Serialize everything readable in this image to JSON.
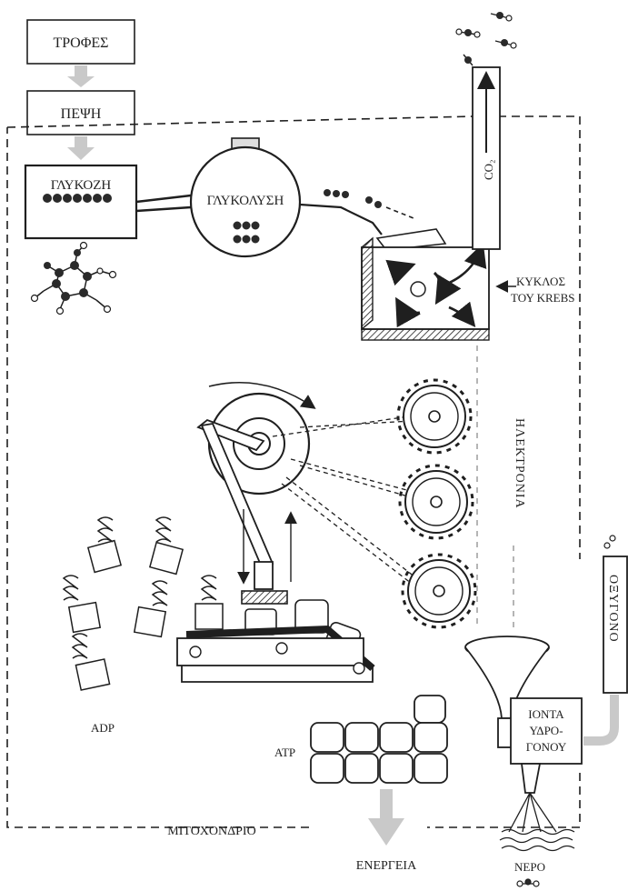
{
  "labels": {
    "food": "ΤΡΟΦΕΣ",
    "digestion": "ΠΕΨΗ",
    "glucose": "ΓΛΥΚΟΖΗ",
    "glycolysis": "ΓΛΥΚΟΛΥΣΗ",
    "co2": "CO₂",
    "krebs_line1": "ΚΥΚΛΟΣ",
    "krebs_line2": "ΤΟΥ KREBS",
    "electrons": "ΗΛΕΚΤΡΟΝΙΑ",
    "adp": "ADP",
    "atp": "ATP",
    "oxygen": "ΟΞΥΓΟΝΟ",
    "hydrogen_ions_line1": "ΙΟΝΤΑ",
    "hydrogen_ions_line2": "ΥΔΡΟ-",
    "hydrogen_ions_line3": "ΓΟΝΟΥ",
    "mitochondrion": "ΜΙΤΟΧΟΝΔΡΙΟ",
    "energy": "ΕΝΕΡΓΕΙΑ",
    "water": "ΝΕΡΟ"
  },
  "colors": {
    "ink": "#1f1f1f",
    "grey_arrow": "#c9c9c9",
    "paper": "#ffffff"
  }
}
